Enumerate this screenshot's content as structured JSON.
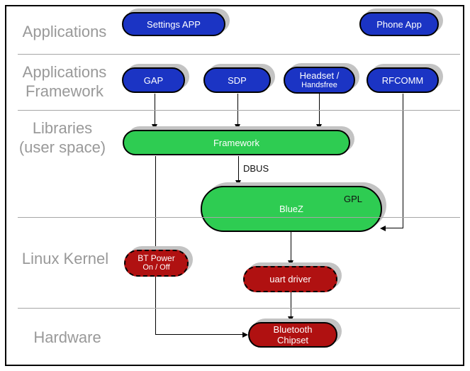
{
  "layers": {
    "applications": "Applications",
    "app_framework_line1": "Applications",
    "app_framework_line2": "Framework",
    "libraries_line1": "Libraries",
    "libraries_line2": "(user space)",
    "linux_kernel": "Linux Kernel",
    "hardware": "Hardware"
  },
  "nodes": {
    "settings_app": "Settings APP",
    "phone_app": "Phone App",
    "gap": "GAP",
    "sdp": "SDP",
    "headset_line1": "Headset /",
    "headset_line2": "Handsfree",
    "rfcomm": "RFCOMM",
    "framework": "Framework",
    "bluez": "BlueZ",
    "gpl_tag": "GPL",
    "bt_power_line1": "BT Power",
    "bt_power_line2": "On / Off",
    "uart_driver": "uart driver",
    "chipset_line1": "Bluetooth",
    "chipset_line2": "Chipset"
  },
  "edge_labels": {
    "dbus": "DBUS"
  },
  "edges": [
    {
      "from": "GAP",
      "to": "Framework"
    },
    {
      "from": "SDP",
      "to": "Framework"
    },
    {
      "from": "Headset / Handsfree",
      "to": "Framework"
    },
    {
      "from": "Framework",
      "to": "BlueZ",
      "label": "DBUS"
    },
    {
      "from": "RFCOMM",
      "to": "BlueZ"
    },
    {
      "from": "BlueZ",
      "to": "uart driver"
    },
    {
      "from": "uart driver",
      "to": "Bluetooth Chipset"
    },
    {
      "from": "Framework",
      "to": "Bluetooth Chipset"
    }
  ],
  "colors": {
    "application_node": "#1b34c4",
    "userspace_node": "#2ecc52",
    "kernel_node": "#b01111",
    "layer_label_text": "#999999",
    "divider": "#a6a6a6",
    "node_shadow": "#c3c3c3"
  }
}
